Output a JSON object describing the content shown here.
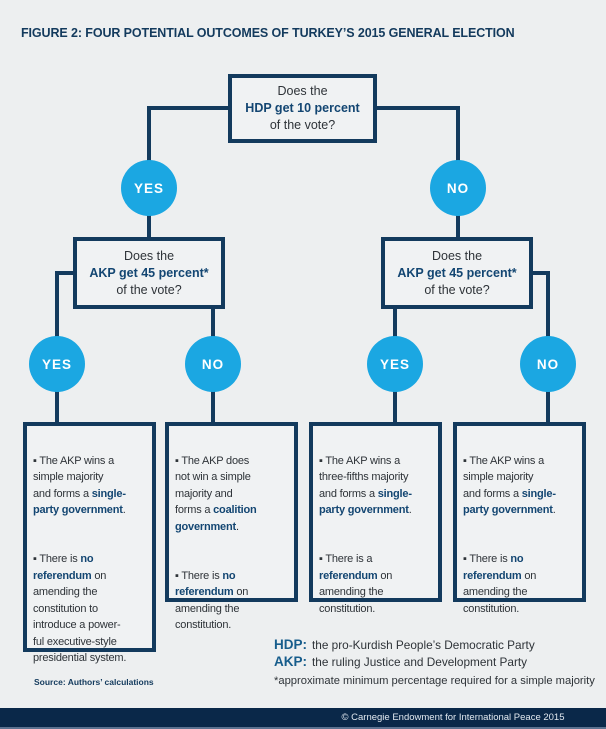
{
  "title": "FIGURE 2: FOUR POTENTIAL OUTCOMES OF TURKEY’S 2015 GENERAL ELECTION",
  "bullet_char": "▪",
  "questions": {
    "hdp": {
      "line1": "Does the",
      "line2": "HDP get 10 percent",
      "line3": "of the vote?"
    },
    "akp": {
      "line1": "Does the",
      "line2": "AKP get 45 percent*",
      "line3": "of the vote?"
    }
  },
  "branch_labels": {
    "yes": "YES",
    "no": "NO"
  },
  "outcomes": [
    {
      "bullets": [
        [
          {
            "t": "The AKP wins a\nsimple majority\nand forms a "
          },
          {
            "t": "single-\nparty government",
            "b": true
          },
          {
            "t": "."
          }
        ],
        [
          {
            "t": "There is "
          },
          {
            "t": "no\nreferendum",
            "b": true
          },
          {
            "t": " on\namending the\nconstitution to\nintroduce a power-\nful executive-style\npresidential system."
          }
        ]
      ]
    },
    {
      "bullets": [
        [
          {
            "t": "The AKP does\nnot win a simple\nmajority and\nforms a "
          },
          {
            "t": "coalition\ngovernment",
            "b": true
          },
          {
            "t": "."
          }
        ],
        [
          {
            "t": "There is "
          },
          {
            "t": "no\nreferendum",
            "b": true
          },
          {
            "t": " on\namending the\nconstitution."
          }
        ]
      ]
    },
    {
      "bullets": [
        [
          {
            "t": "The AKP wins a\nthree-fifths majority\nand forms a "
          },
          {
            "t": "single-\nparty government",
            "b": true
          },
          {
            "t": "."
          }
        ],
        [
          {
            "t": "There is a\n"
          },
          {
            "t": "referendum",
            "b": true
          },
          {
            "t": " on\namending the\nconstitution."
          }
        ]
      ]
    },
    {
      "bullets": [
        [
          {
            "t": "The AKP wins a\nsimple majority\nand forms a "
          },
          {
            "t": "single-\nparty government",
            "b": true
          },
          {
            "t": "."
          }
        ],
        [
          {
            "t": "There is "
          },
          {
            "t": "no\nreferendum",
            "b": true
          },
          {
            "t": " on\namending the\nconstitution."
          }
        ]
      ]
    }
  ],
  "legend": [
    {
      "label": "HDP:",
      "text": "the pro-Kurdish People’s Democratic Party"
    },
    {
      "label": "AKP:",
      "text": "the ruling Justice and Development Party"
    }
  ],
  "footnote": "*approximate minimum percentage required for a simple majority",
  "source": "Source: Authors’ calculations",
  "footer": "© Carnegie Endowment for International Peace 2015",
  "colors": {
    "navy": "#133a5d",
    "bright_blue": "#1ba7e2",
    "bold_blue": "#134672",
    "legend_blue": "#175d8c",
    "footer_bg": "#0a2849",
    "footer_strip": "#5c7290",
    "page_bg": "#edeff0",
    "box_bg": "#f0f2f3",
    "text_dark": "#2e3338"
  }
}
